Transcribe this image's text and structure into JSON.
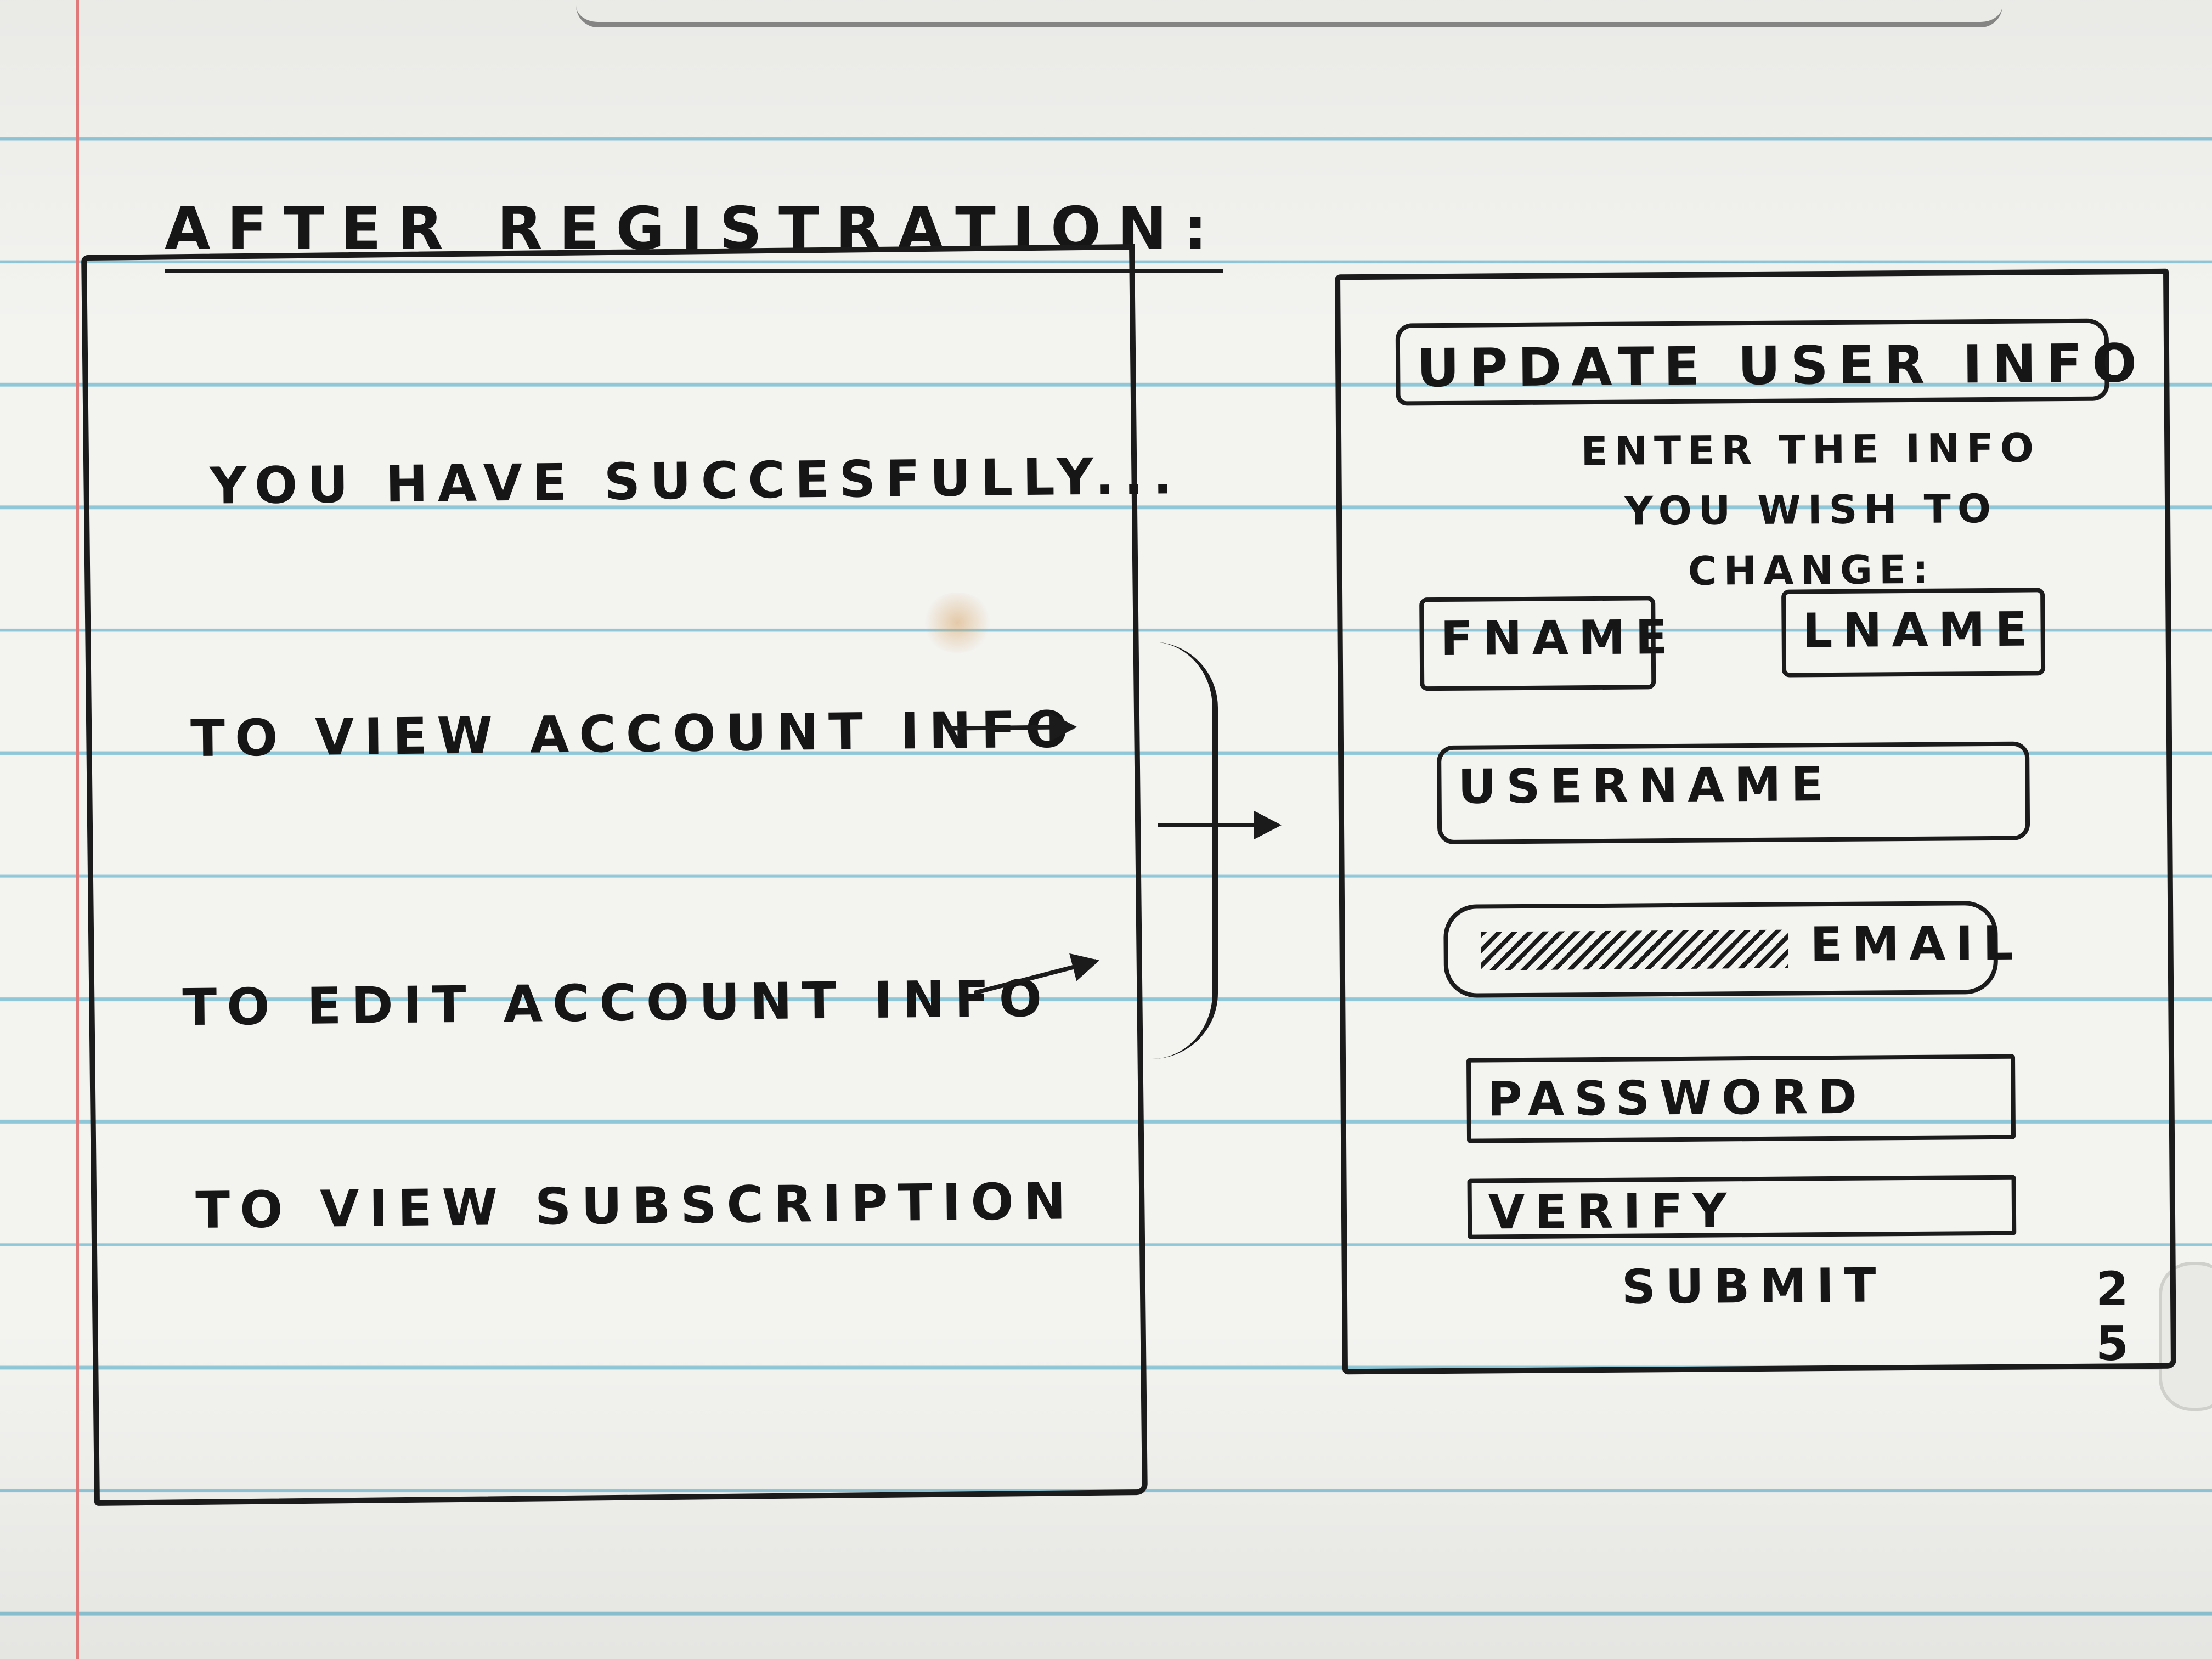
{
  "title": "AFTER REGISTRATION:",
  "left_screen": {
    "success_message": "YOU HAVE SUCCESFULLY...",
    "links": [
      {
        "label": "TO VIEW ACCOUNT INFO"
      },
      {
        "label": "TO EDIT ACCOUNT INFO"
      },
      {
        "label": "TO VIEW SUBSCRIPTION"
      }
    ]
  },
  "right_screen": {
    "title": "UPDATE USER INFO",
    "instructions": "ENTER THE INFO YOU WISH TO CHANGE:",
    "fields": {
      "fname": "FNAME",
      "lname": "LNAME",
      "username": "USERNAME",
      "email": "EMAIL",
      "password": "PASSWORD",
      "verify": "VERIFY"
    },
    "submit_label": "SUBMIT"
  },
  "page_mark": "2 5",
  "colors": {
    "ink": "#1b1b1b",
    "rule_line": "#8fc7d8",
    "margin_line": "#e07a7a",
    "paper": "#f3f3f0"
  }
}
